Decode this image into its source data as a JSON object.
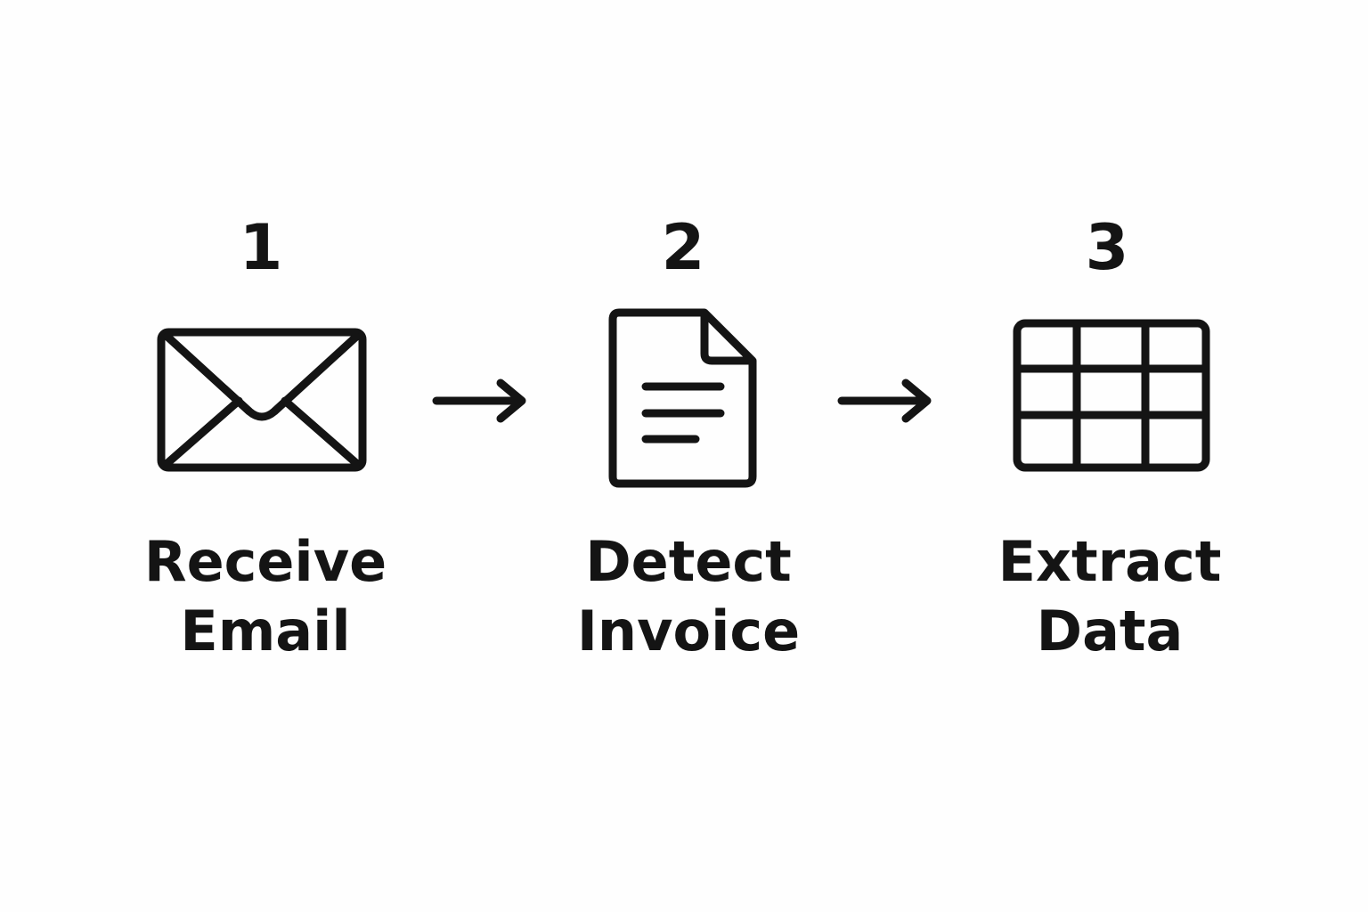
{
  "diagram": {
    "ink_color": "#141414",
    "background_color": "#fefefe",
    "steps": [
      {
        "number": "1",
        "label_line1": "Receive",
        "label_line2": "Email",
        "icon": "envelope-icon"
      },
      {
        "number": "2",
        "label_line1": "Detect",
        "label_line2": "Invoice",
        "icon": "document-icon"
      },
      {
        "number": "3",
        "label_line1": "Extract",
        "label_line2": "Data",
        "icon": "table-grid-icon"
      }
    ],
    "connectors": [
      "right-arrow-icon",
      "right-arrow-icon"
    ]
  }
}
